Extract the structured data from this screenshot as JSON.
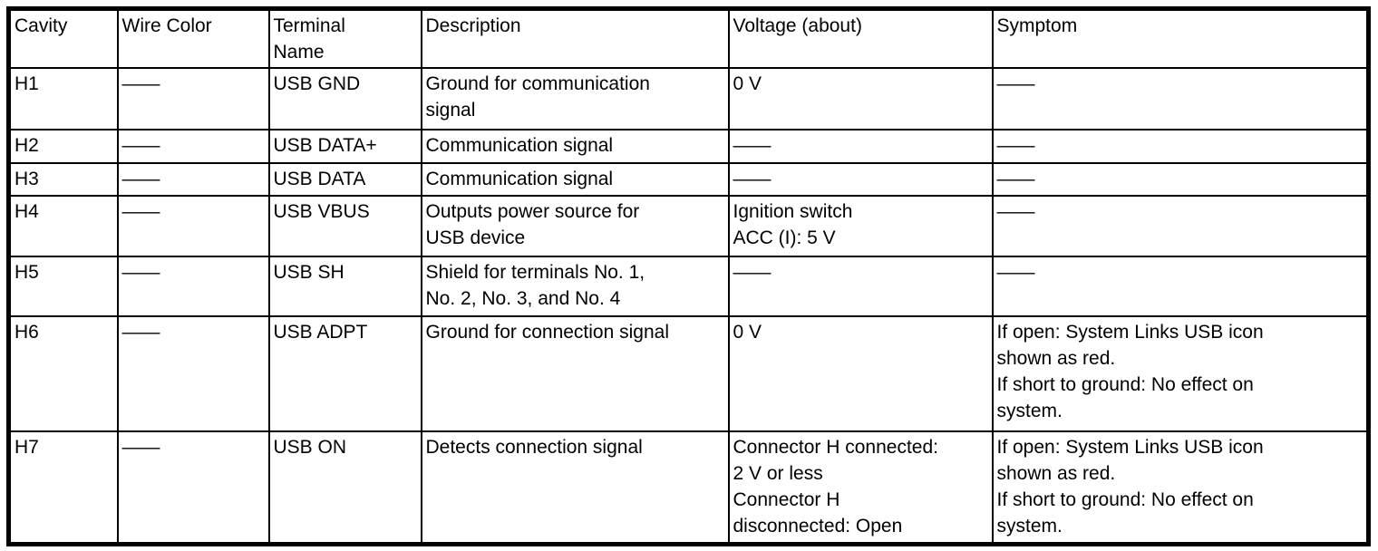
{
  "table": {
    "headers": {
      "cavity": "Cavity",
      "wire_color": "Wire Color",
      "terminal_name": "Terminal\nName",
      "description": "Description",
      "voltage": "Voltage (about)",
      "symptom": "Symptom"
    },
    "dash": "——",
    "rows": [
      {
        "cavity": "H1",
        "wire_color": "——",
        "terminal_name": "USB GND",
        "description": "Ground for communication\nsignal",
        "voltage": "0 V",
        "symptom": "——"
      },
      {
        "cavity": "H2",
        "wire_color": "——",
        "terminal_name": "USB DATA+",
        "description": "Communication signal",
        "voltage": "——",
        "symptom": "——"
      },
      {
        "cavity": "H3",
        "wire_color": "——",
        "terminal_name": "USB DATA",
        "description": "Communication signal",
        "voltage": "——",
        "symptom": "——"
      },
      {
        "cavity": "H4",
        "wire_color": "——",
        "terminal_name": "USB VBUS",
        "description": "Outputs power source for\nUSB device",
        "voltage": "Ignition switch\nACC (I): 5 V",
        "symptom": "——"
      },
      {
        "cavity": "H5",
        "wire_color": "——",
        "terminal_name": "USB SH",
        "description": "Shield for terminals No. 1,\nNo. 2, No. 3, and No. 4",
        "voltage": "——",
        "symptom": "——"
      },
      {
        "cavity": "H6",
        "wire_color": "——",
        "terminal_name": "USB ADPT",
        "description": "Ground for connection signal",
        "voltage": "0 V",
        "symptom": "If open: System Links USB icon\nshown as red.\nIf short to ground: No effect on\nsystem."
      },
      {
        "cavity": "H7",
        "wire_color": "——",
        "terminal_name": "USB ON",
        "description": "Detects connection signal",
        "voltage": "Connector H connected:\n2 V or less\nConnector H\ndisconnected: Open",
        "symptom": "If open: System Links USB icon\nshown as red.\nIf short to ground: No effect on\nsystem."
      }
    ],
    "colors": {
      "border": "#000000",
      "text": "#000000",
      "background": "#ffffff"
    }
  }
}
